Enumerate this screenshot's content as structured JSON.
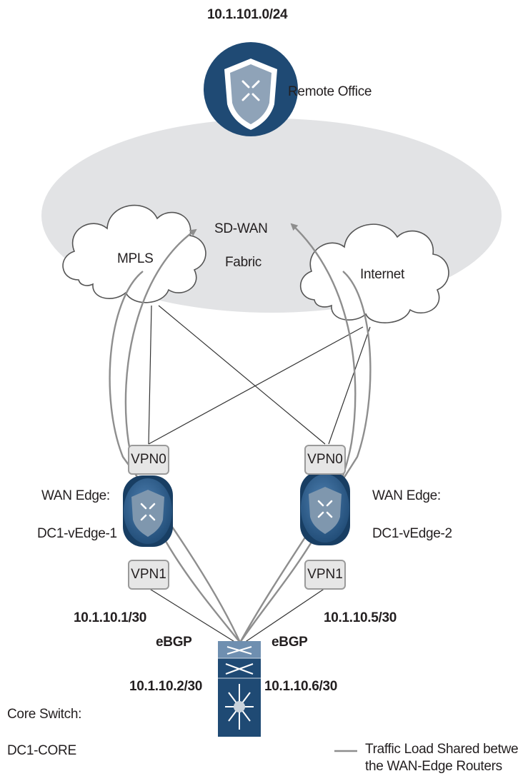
{
  "labels": {
    "remote_subnet": "10.1.101.0/24",
    "remote_office": "Remote Office",
    "fabric_line1": "SD-WAN",
    "fabric_line2": "Fabric",
    "mpls": "MPLS",
    "internet": "Internet",
    "edge1_title": "WAN Edge:",
    "edge1_name": "DC1-vEdge-1",
    "edge2_title": "WAN Edge:",
    "edge2_name": "DC1-vEdge-2",
    "vpn0_left": "VPN0",
    "vpn1_left": "VPN1",
    "vpn0_right": "VPN0",
    "vpn1_right": "VPN1",
    "ip_edge1": "10.1.10.1/30",
    "ip_edge2": "10.1.10.5/30",
    "ebgp_left": "eBGP",
    "ebgp_right": "eBGP",
    "ip_core_left": "10.1.10.2/30",
    "ip_core_right": "10.1.10.6/30",
    "core_title": "Core Switch:",
    "core_name": "DC1-CORE"
  },
  "legend": {
    "line1": "Traffic Load Shared between",
    "line2": "the WAN-Edge Routers"
  },
  "colors": {
    "fabric_fill": "#e2e3e5",
    "router_blue": "#2b5a8a",
    "router_dark": "#183e63",
    "traffic_line": "#8e8e8e",
    "link_line": "#333333"
  },
  "icons": {
    "remote_router": "router-icon",
    "edge_router": "router-icon",
    "core_switch": "switch-icon"
  }
}
